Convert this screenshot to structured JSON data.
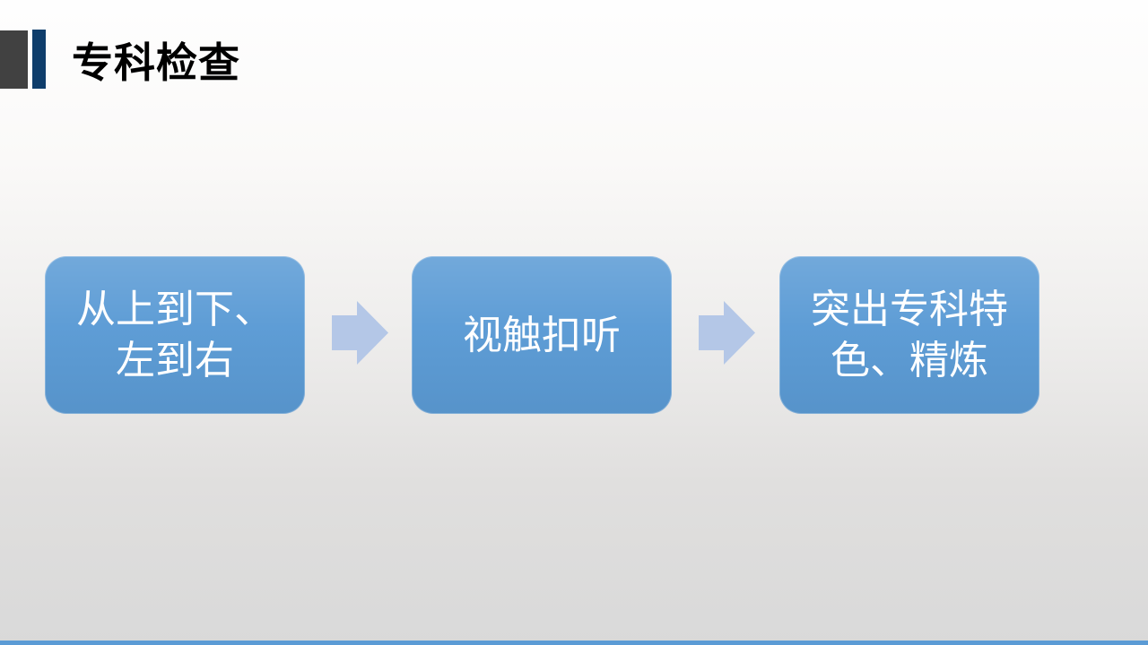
{
  "slide": {
    "title": "专科检查"
  },
  "process": {
    "steps": [
      {
        "label": "从上到下、\n左到右"
      },
      {
        "label": "视触扣听"
      },
      {
        "label": "突出专科特\n色、精炼"
      }
    ]
  },
  "colors": {
    "box_fill": "#5B9BD5",
    "box_text": "#FFFFFF",
    "arrow_fill": "#B4C7E7",
    "title_text": "#000000",
    "title_marker_gray": "#414141",
    "title_marker_navy": "#0E3D6B",
    "bottom_bar": "#5B9BD5"
  }
}
